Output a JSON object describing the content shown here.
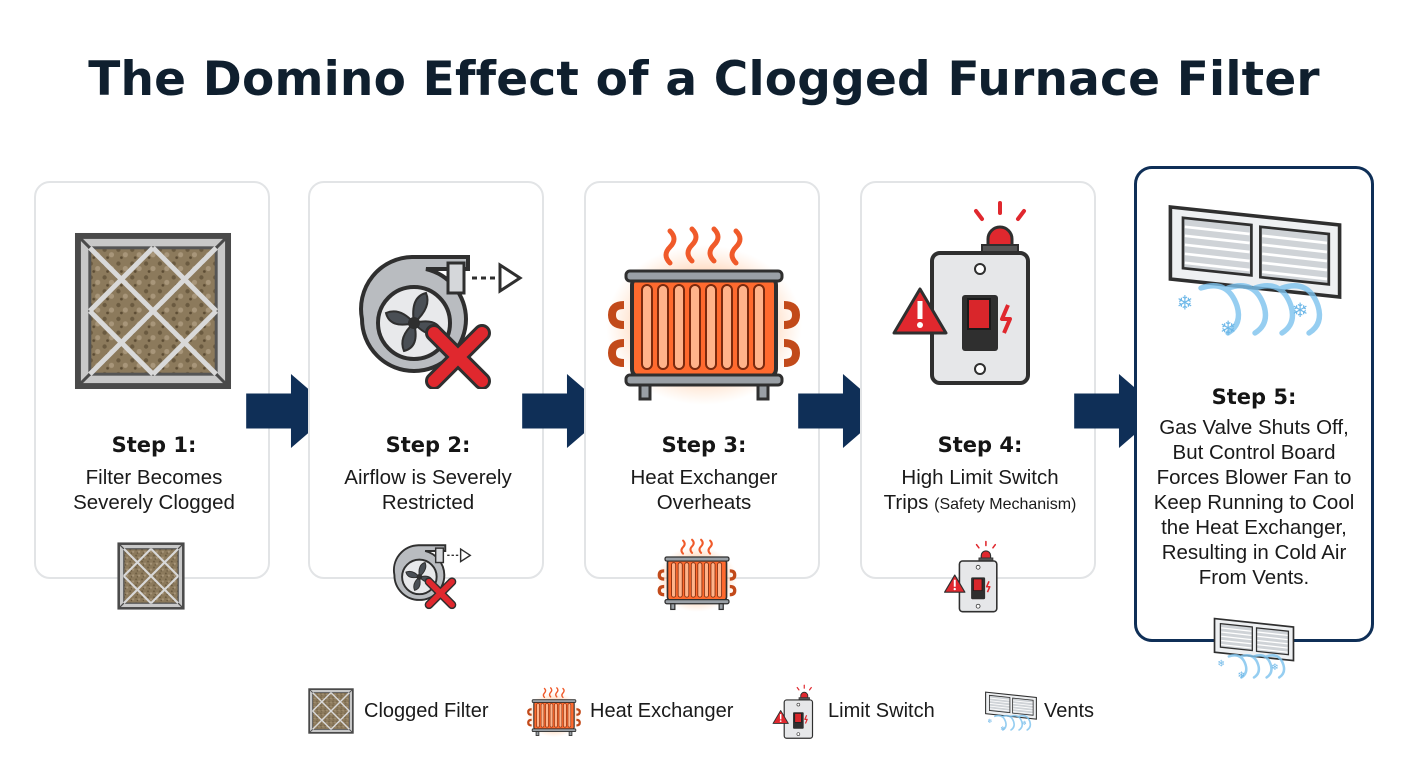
{
  "title": "The Domino Effect of a Clogged Furnace Filter",
  "steps": [
    {
      "heading": "Step 1:",
      "lines": [
        "Filter Becomes",
        "Severely Clogged"
      ]
    },
    {
      "heading": "Step 2:",
      "lines": [
        "Airflow is Severely",
        "Restricted"
      ]
    },
    {
      "heading": "Step 3:",
      "lines": [
        "Heat Exchanger",
        "Overheats"
      ]
    },
    {
      "heading": "Step 4:",
      "lines": [
        "High Limit Switch"
      ],
      "line2_main": "Trips",
      "line2_small": "(Safety Mechanism)"
    },
    {
      "heading": "Step 5:",
      "lines": [
        "Gas Valve Shuts Off,",
        "But Control Board",
        "Forces Blower Fan to",
        "Keep Running to Cool",
        "the Heat Exchanger,",
        "Resulting in Cold Air",
        "From Vents."
      ]
    }
  ],
  "legend": [
    {
      "label": "Clogged Filter",
      "icon": "clogged-filter-icon"
    },
    {
      "label": "Heat Exchanger",
      "icon": "heat-exchanger-icon"
    },
    {
      "label": "Limit Switch",
      "icon": "limit-switch-icon"
    },
    {
      "label": "Vents",
      "icon": "vent-icon"
    }
  ],
  "colors": {
    "title": "#0f1f2e",
    "arrow": "#0f2f57",
    "card_border": "#e2e4e6",
    "highlight_border": "#0f2f57",
    "alert_red": "#d9262b",
    "heat_orange": "#f26b2a",
    "cold_blue": "#6fb8e8"
  }
}
